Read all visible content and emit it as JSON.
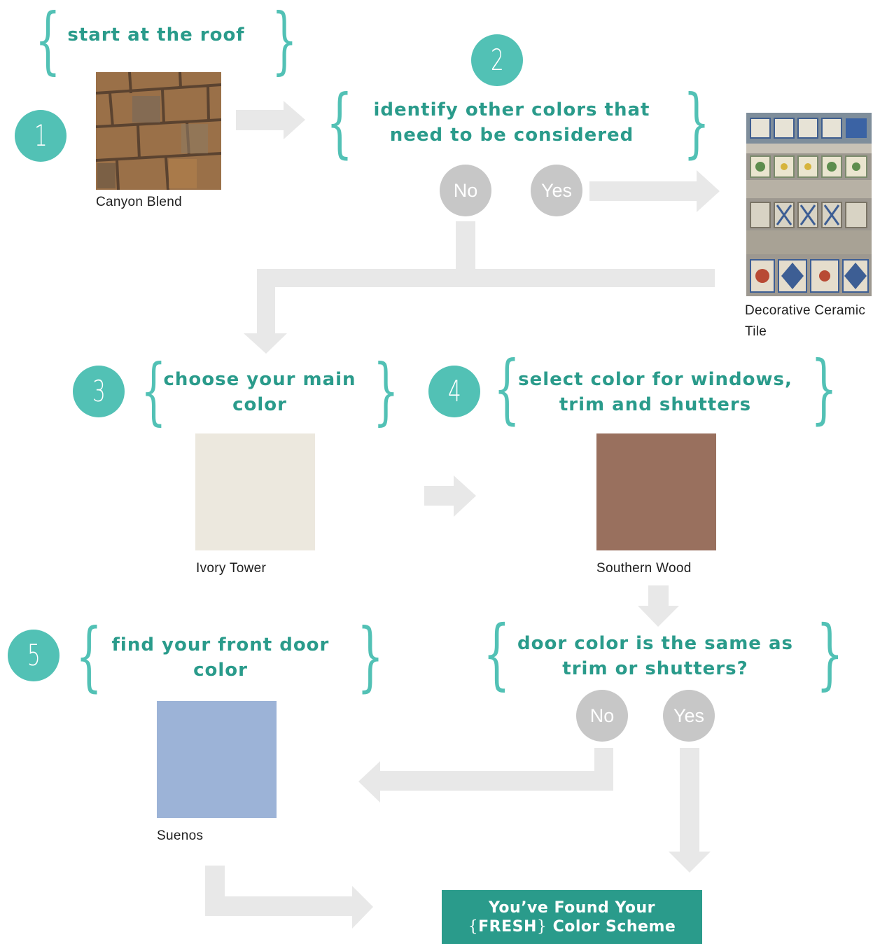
{
  "colors": {
    "teal_circle": "#52c1b5",
    "teal_text": "#2a9b8b",
    "decision_gray": "#c7c7c7",
    "arrow_gray": "#e8e8e8"
  },
  "steps": {
    "s1": {
      "number": "1",
      "heading": "start at the roof"
    },
    "s2": {
      "number": "2",
      "heading_line1": "identify other colors that",
      "heading_line2": "need to be considered"
    },
    "s3": {
      "number": "3",
      "heading_line1": "choose your main",
      "heading_line2": "color"
    },
    "s4": {
      "number": "4",
      "heading_line1": "select color for windows,",
      "heading_line2": "trim and shutters"
    },
    "s5": {
      "number": "5",
      "heading_line1": "find your front door",
      "heading_line2": "color"
    }
  },
  "question": {
    "line1": "door color is the same as",
    "line2": "trim or shutters?"
  },
  "decisions": {
    "no": "No",
    "yes": "Yes"
  },
  "swatches": {
    "roof": {
      "label": "Canyon Blend",
      "image": "roof-shingle-photo"
    },
    "tile": {
      "label_line1": "Decorative Ceramic",
      "label_line2": "Tile",
      "image": "ceramic-tile-photo"
    },
    "main": {
      "label": "Ivory Tower",
      "color": "#ece8de"
    },
    "trim": {
      "label": "Southern Wood",
      "color": "#99705e"
    },
    "door": {
      "label": "Suenos",
      "color": "#9cb3d7"
    }
  },
  "result": {
    "line1": "You’ve Found Your",
    "brace_open": "{",
    "word": "FRESH",
    "brace_close": "}",
    "rest": " Color Scheme"
  }
}
